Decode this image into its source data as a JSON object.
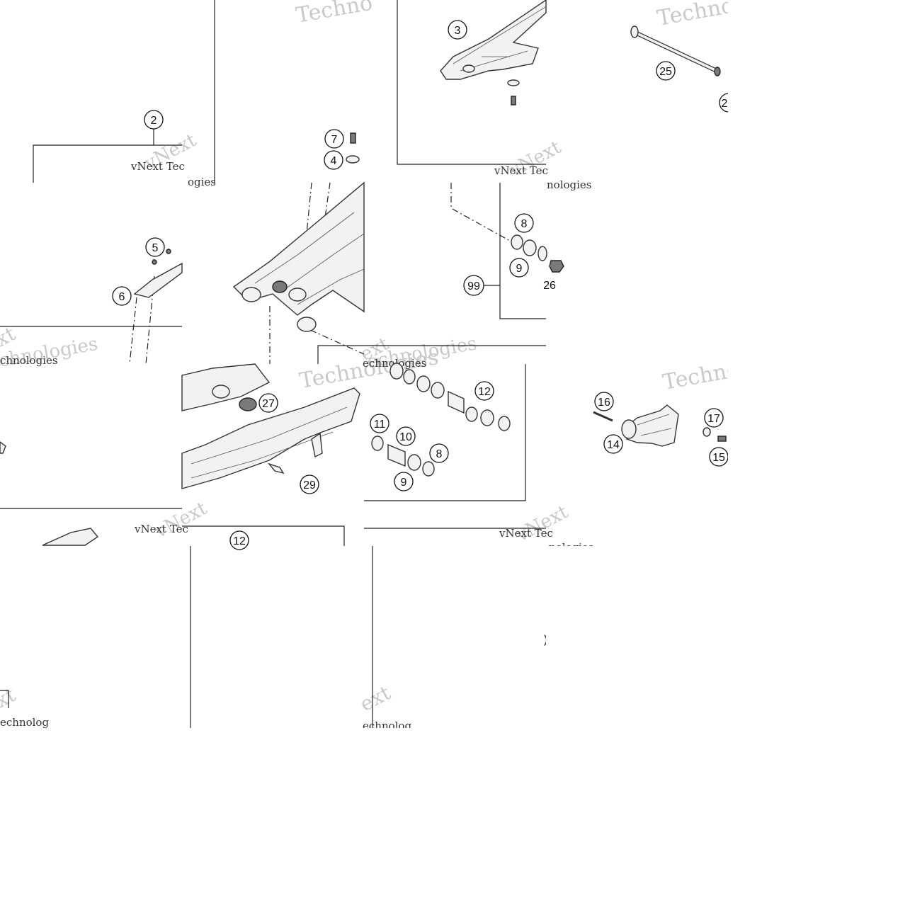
{
  "diagram": {
    "callouts": [
      {
        "id": "c2",
        "label": "2"
      },
      {
        "id": "c3",
        "label": "3"
      },
      {
        "id": "c4",
        "label": "4"
      },
      {
        "id": "c5",
        "label": "5"
      },
      {
        "id": "c6",
        "label": "6"
      },
      {
        "id": "c7",
        "label": "7"
      },
      {
        "id": "c8a",
        "label": "8"
      },
      {
        "id": "c8b",
        "label": "8"
      },
      {
        "id": "c9a",
        "label": "9"
      },
      {
        "id": "c9b",
        "label": "9"
      },
      {
        "id": "c10",
        "label": "10"
      },
      {
        "id": "c11",
        "label": "11"
      },
      {
        "id": "c12a",
        "label": "12"
      },
      {
        "id": "c12b",
        "label": "12"
      },
      {
        "id": "c14",
        "label": "14"
      },
      {
        "id": "c15",
        "label": "15"
      },
      {
        "id": "c16",
        "label": "16"
      },
      {
        "id": "c17",
        "label": "17"
      },
      {
        "id": "c25",
        "label": "25"
      },
      {
        "id": "c27",
        "label": "27"
      },
      {
        "id": "c29",
        "label": "29"
      },
      {
        "id": "c99",
        "label": "99"
      }
    ],
    "partial_labels": {
      "edge_2": "2",
      "edge_26": "26",
      "edge_paren": ")"
    },
    "watermarks": {
      "technologies": "Technologies",
      "techno": "Techno",
      "vnext": "vNext",
      "vnext_tec": "vNext Tec",
      "vnext_tech": "vNext Tech",
      "vnext_techn": "vNext Techn",
      "nologies": "nologies",
      "ogies": "ogies",
      "chnologies": "chnologies",
      "echnologies": "echnologies",
      "echnolog": "echnolog",
      "xt": "xt",
      "ext": "ext"
    }
  }
}
